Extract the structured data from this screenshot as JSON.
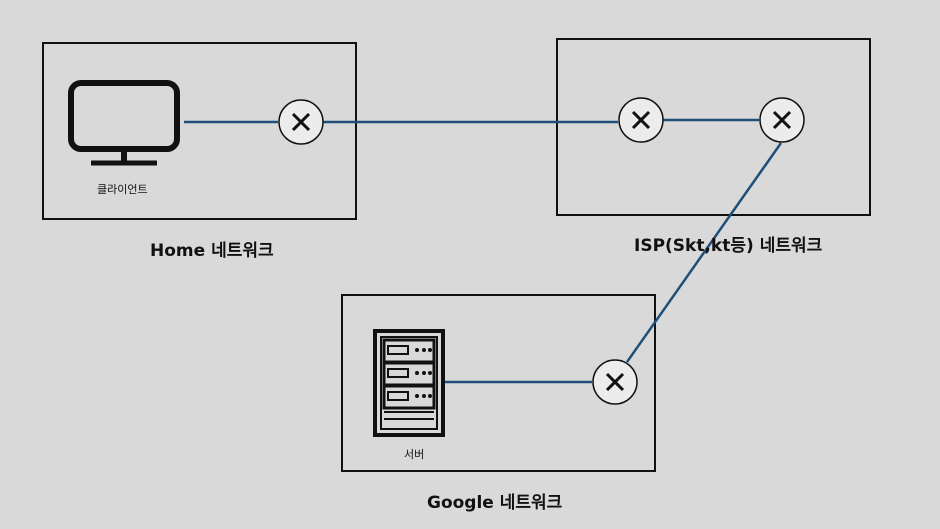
{
  "networks": {
    "home": {
      "caption": "Home 네트워크",
      "device_label": "클라이언트",
      "device_icon": "monitor-icon"
    },
    "isp": {
      "caption": "ISP(Skt,kt등) 네트워크"
    },
    "google": {
      "caption": "Google 네트워크",
      "device_label": "서버",
      "device_icon": "server-rack-icon"
    }
  },
  "router_icon": "router-x-icon",
  "colors": {
    "background": "#d9d9d9",
    "link": "#1f4e79",
    "stroke": "#111111",
    "router_fill": "#ececec"
  }
}
